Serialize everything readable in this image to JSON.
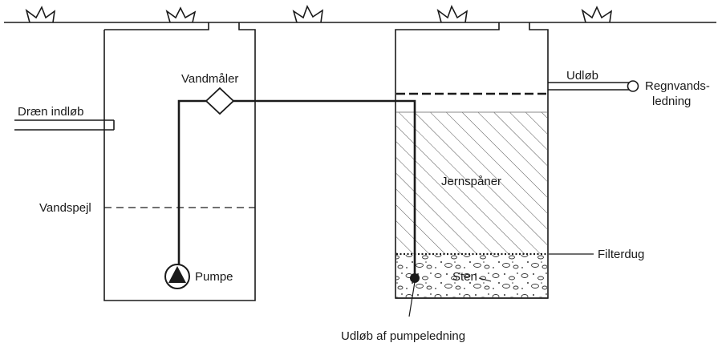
{
  "labels": {
    "drain_inlet": "Dræn indløb",
    "water_meter": "Vandmåler",
    "water_level": "Vandspejl",
    "pump": "Pumpe",
    "outlet": "Udløb",
    "rainwater_pipe_line1": "Regnvands-",
    "rainwater_pipe_line2": "ledning",
    "iron_shavings": "Jernspåner",
    "filter_cloth": "Filterdug",
    "stones": "Sten",
    "pump_line_outlet": "Udløb af pumpeledning"
  }
}
